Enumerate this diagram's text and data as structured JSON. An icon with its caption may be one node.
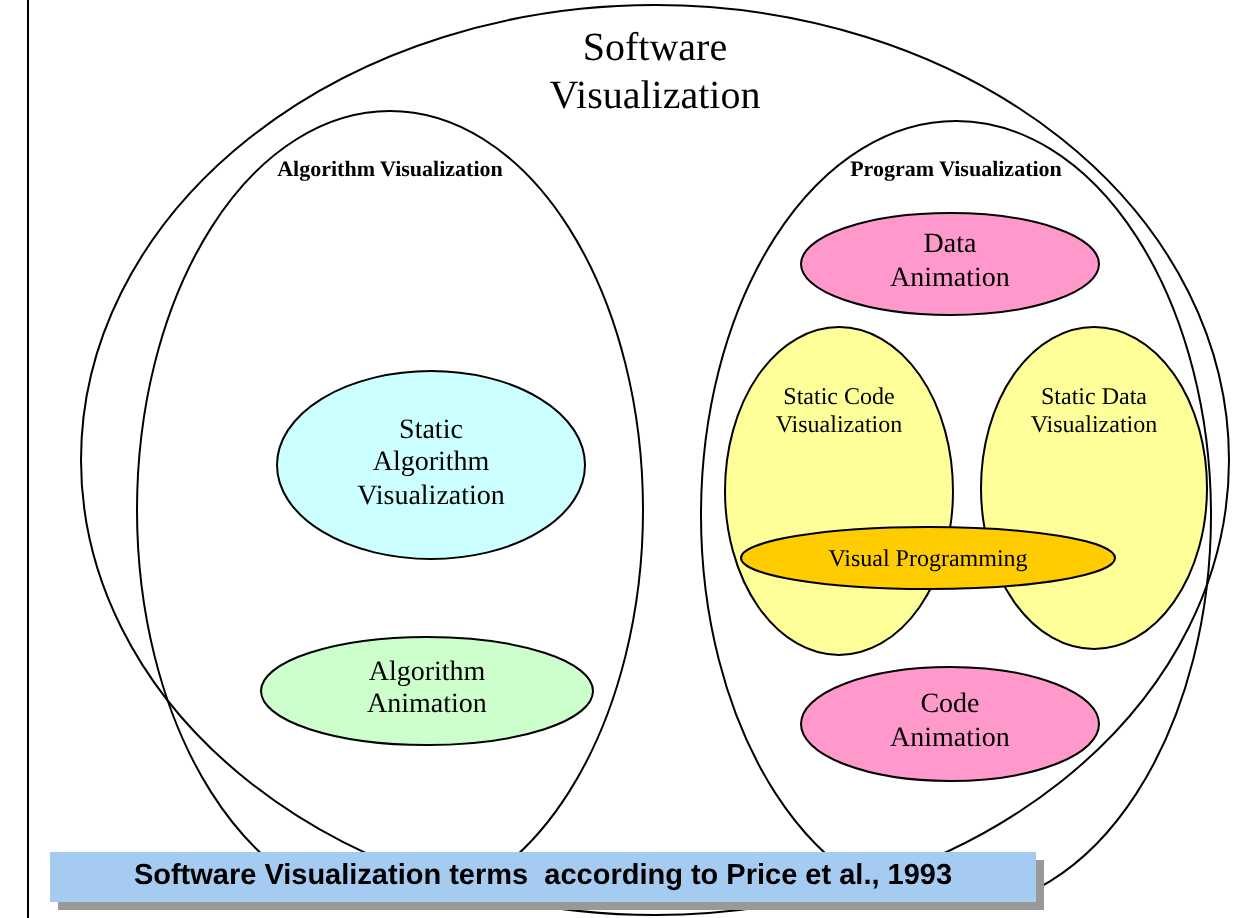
{
  "diagram": {
    "caption": "Software Visualization terms  according to Price et al., 1993",
    "nodes": [
      {
        "text": [
          "Software Visualization"
        ]
      },
      {
        "text": [
          "Algorithm Visualization"
        ],
        "in": 0
      },
      {
        "text": [
          "Static Algorithm Visualization"
        ],
        "in": 1
      },
      {
        "text": [
          "Algorithm Animation"
        ],
        "in": 1
      },
      {
        "text": [
          "Program Visualization"
        ],
        "in": 0
      },
      {
        "text": [
          "Data Animation"
        ],
        "in": 4
      },
      {
        "text": [
          "Static Code Visualization"
        ],
        "in": 4
      },
      {
        "text": [
          "Static Data Visualization"
        ],
        "in": 4
      },
      {
        "text": [
          "Visual Programming"
        ],
        "in": 4
      },
      {
        "text": [
          "Code Animation"
        ],
        "in": 4
      }
    ],
    "edges": []
  }
}
